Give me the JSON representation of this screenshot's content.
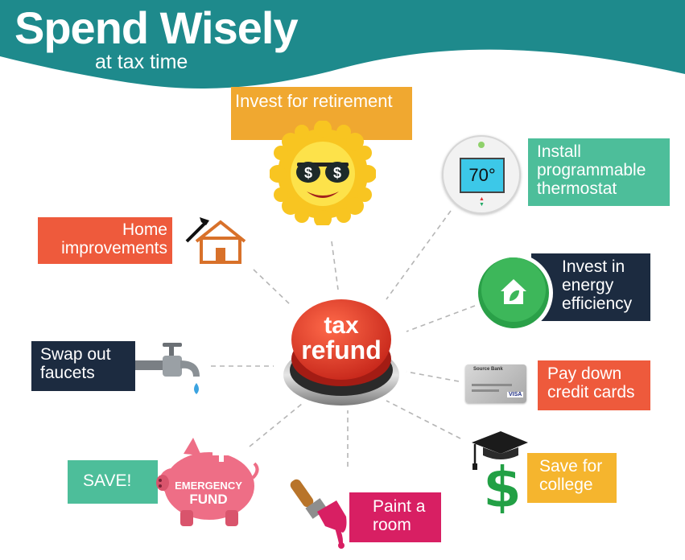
{
  "header": {
    "title": "Spend Wisely",
    "subtitle": "at tax time"
  },
  "center": {
    "line1": "tax",
    "line2": "refund"
  },
  "items": {
    "retirement": {
      "text": "Invest for retirement"
    },
    "thermostat": {
      "lines": [
        "Install",
        "programmable",
        "thermostat"
      ],
      "display": "70°"
    },
    "energy": {
      "lines": [
        "Invest in",
        "energy",
        "efficiency"
      ]
    },
    "credit": {
      "lines": [
        "Pay down",
        "credit cards"
      ],
      "card_bank": "Source Bank",
      "card_brand": "VISA"
    },
    "college": {
      "lines": [
        "Save for",
        "college"
      ]
    },
    "paint": {
      "lines": [
        "Paint a",
        "room"
      ]
    },
    "save": {
      "text": "SAVE!",
      "bank_line1": "EMERGENCY",
      "bank_line2": "FUND"
    },
    "faucets": {
      "lines": [
        "Swap out",
        "faucets"
      ]
    },
    "home": {
      "lines": [
        "Home",
        "improvements"
      ]
    }
  },
  "colors": {
    "teal_header": "#1e8a8c",
    "orange": "#f0a830",
    "mint": "#4dbe9a",
    "navy": "#1c2b40",
    "red_orange": "#ee5a3c",
    "yellow": "#f5b52e",
    "magenta": "#d81f63",
    "red_button": "#e03a2a"
  }
}
